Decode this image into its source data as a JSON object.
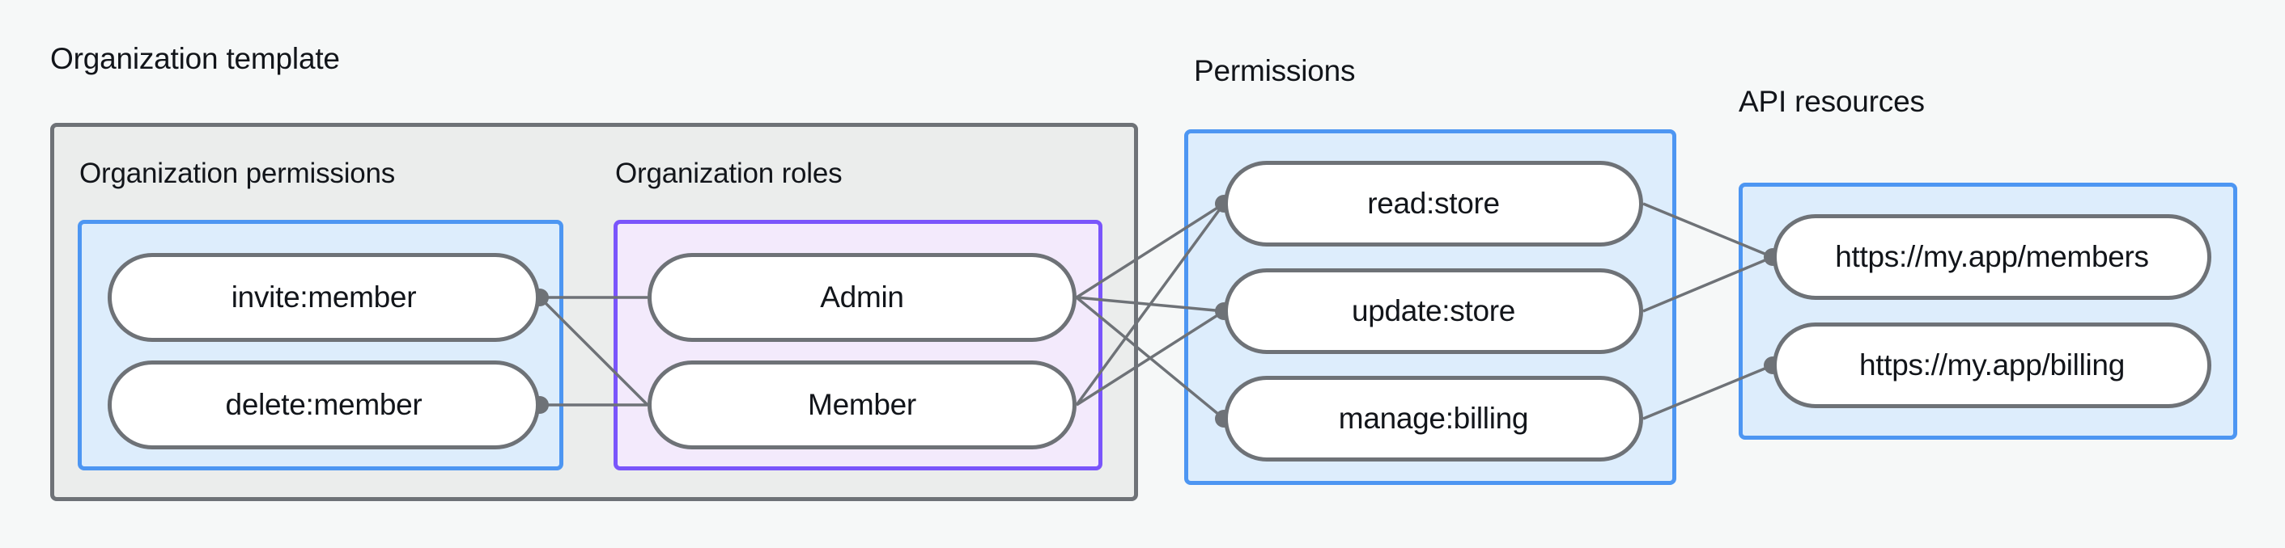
{
  "diagram": {
    "title_organization_template": "Organization template",
    "title_permissions": "Permissions",
    "title_api_resources": "API resources",
    "subtitle_organization_permissions": "Organization permissions",
    "subtitle_organization_roles": "Organization roles",
    "colors": {
      "page_background": "#f6f8f8",
      "outer_group_fill": "#ebedec",
      "outer_group_border": "#6e7277",
      "blue_group_fill": "#ddedfc",
      "blue_group_border": "#4d96f2",
      "purple_group_fill": "#f3eafc",
      "purple_group_border": "#7a55fb",
      "node_fill": "#ffffff",
      "node_border": "#6e7277",
      "edge_stroke": "#6e7277",
      "text": "#12151a"
    },
    "nodes": {
      "organization_permissions": [
        {
          "id": "invite-member",
          "label": "invite:member"
        },
        {
          "id": "delete-member",
          "label": "delete:member"
        }
      ],
      "organization_roles": [
        {
          "id": "admin",
          "label": "Admin"
        },
        {
          "id": "member",
          "label": "Member"
        }
      ],
      "permissions": [
        {
          "id": "read-store",
          "label": "read:store"
        },
        {
          "id": "update-store",
          "label": "update:store"
        },
        {
          "id": "manage-billing",
          "label": "manage:billing"
        }
      ],
      "api_resources": [
        {
          "id": "members-url",
          "label": "https://my.app/members"
        },
        {
          "id": "billing-url",
          "label": "https://my.app/billing"
        }
      ]
    },
    "edges": [
      {
        "from": "invite-member",
        "to": "admin"
      },
      {
        "from": "invite-member",
        "to": "member"
      },
      {
        "from": "delete-member",
        "to": "member"
      },
      {
        "from": "admin",
        "to": "read-store"
      },
      {
        "from": "admin",
        "to": "update-store"
      },
      {
        "from": "admin",
        "to": "manage-billing"
      },
      {
        "from": "member",
        "to": "read-store"
      },
      {
        "from": "member",
        "to": "update-store"
      },
      {
        "from": "read-store",
        "to": "members-url"
      },
      {
        "from": "update-store",
        "to": "members-url"
      },
      {
        "from": "manage-billing",
        "to": "billing-url"
      }
    ]
  }
}
